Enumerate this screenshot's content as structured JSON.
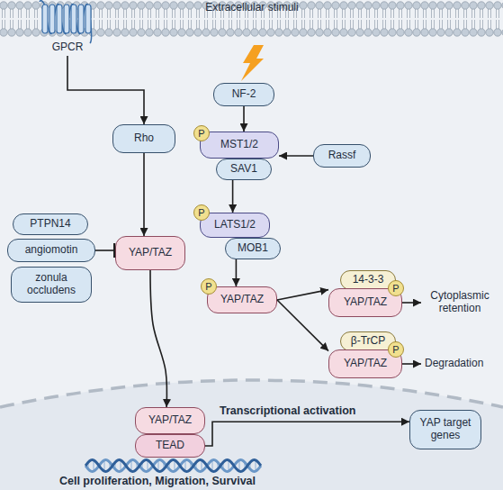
{
  "diagram": {
    "nodes": [
      {
        "text": [
          "GPCR"
        ]
      },
      {
        "text": [
          "Rho"
        ]
      },
      {
        "text": [
          "NF-2"
        ]
      },
      {
        "text": [
          "MST1/2"
        ]
      },
      {
        "text": [
          "SAV1"
        ]
      },
      {
        "text": [
          "Rassf"
        ]
      },
      {
        "text": [
          "LATS1/2"
        ]
      },
      {
        "text": [
          "MOB1"
        ]
      },
      {
        "text": [
          "PTPN14"
        ]
      },
      {
        "text": [
          "angiomotin"
        ]
      },
      {
        "text": [
          "zonula occludens"
        ]
      },
      {
        "text": [
          "YAP/TAZ"
        ]
      },
      {
        "text": [
          "YAP/TAZ"
        ]
      },
      {
        "text": [
          "14-3-3"
        ]
      },
      {
        "text": [
          "YAP/TAZ"
        ]
      },
      {
        "text": [
          "β-TrCP"
        ]
      },
      {
        "text": [
          "YAP/TAZ"
        ]
      },
      {
        "text": [
          "YAP/TAZ"
        ]
      },
      {
        "text": [
          "TEAD"
        ]
      },
      {
        "text": [
          "YAP target genes"
        ]
      }
    ],
    "edges": [
      {
        "from": 0,
        "to": 1,
        "arrow": "to"
      },
      {
        "from": 2,
        "to": 3,
        "arrow": "to"
      },
      {
        "from": 5,
        "to": 3,
        "arrow": "to"
      },
      {
        "from": 1,
        "to": 11,
        "arrow": "to"
      },
      {
        "from": 4,
        "to": 6,
        "arrow": "to"
      },
      {
        "from": 7,
        "to": 12,
        "arrow": "to"
      },
      {
        "from": 12,
        "to": 14,
        "arrow": "to"
      },
      {
        "from": 12,
        "to": 16,
        "arrow": "to"
      },
      {
        "from": 9,
        "to": 11,
        "arrow": "to"
      },
      {
        "from": 11,
        "to": 17,
        "arrow": "to"
      },
      {
        "from": 18,
        "to": 19,
        "arrow": "to",
        "label": "Transcriptional activation"
      }
    ],
    "labels": [
      "Extracellular stimuli",
      "P",
      "P",
      "P",
      "P",
      "P",
      "Cytoplasmic retention",
      "Degradation",
      "Cell proliferation, Migration, Survival"
    ]
  }
}
